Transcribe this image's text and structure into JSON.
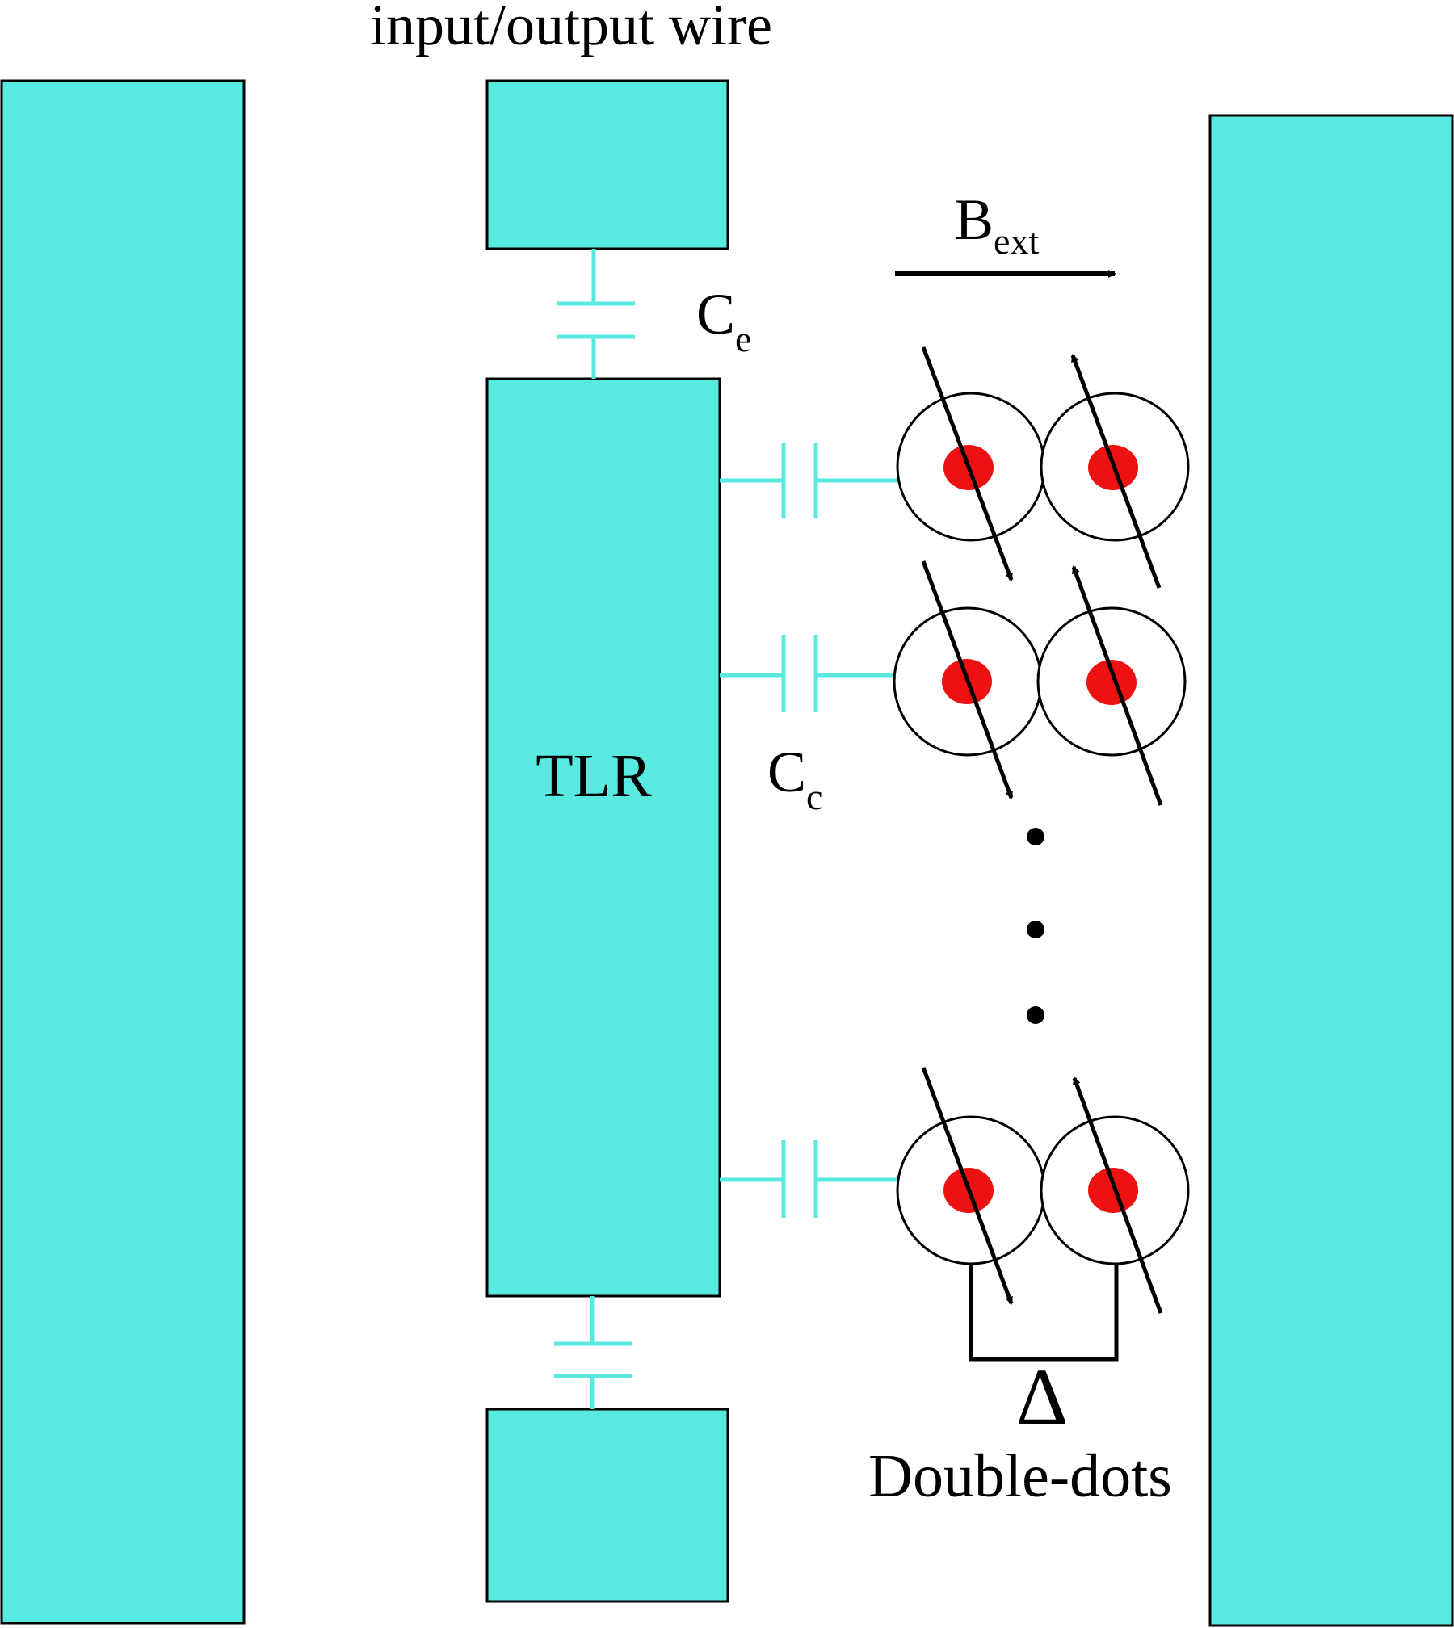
{
  "labels": {
    "top_wire": "input/output wire",
    "ce_main": "C",
    "ce_sub": "e",
    "cc_main": "C",
    "cc_sub": "c",
    "bext_main": "B",
    "bext_sub": "ext",
    "tlr": "TLR",
    "delta": "Δ",
    "double_dots": "Double-dots"
  },
  "colors": {
    "conductor": "#58EAE0",
    "dot": "#EE1111",
    "stroke": "#000000",
    "background": "#FFFFFF"
  },
  "qubit_pairs": [
    {
      "left_spin": "down",
      "right_spin": "up"
    },
    {
      "left_spin": "down",
      "right_spin": "up"
    },
    {
      "left_spin": "down",
      "right_spin": "up"
    }
  ],
  "ellipsis_icon": "vertical-ellipsis"
}
